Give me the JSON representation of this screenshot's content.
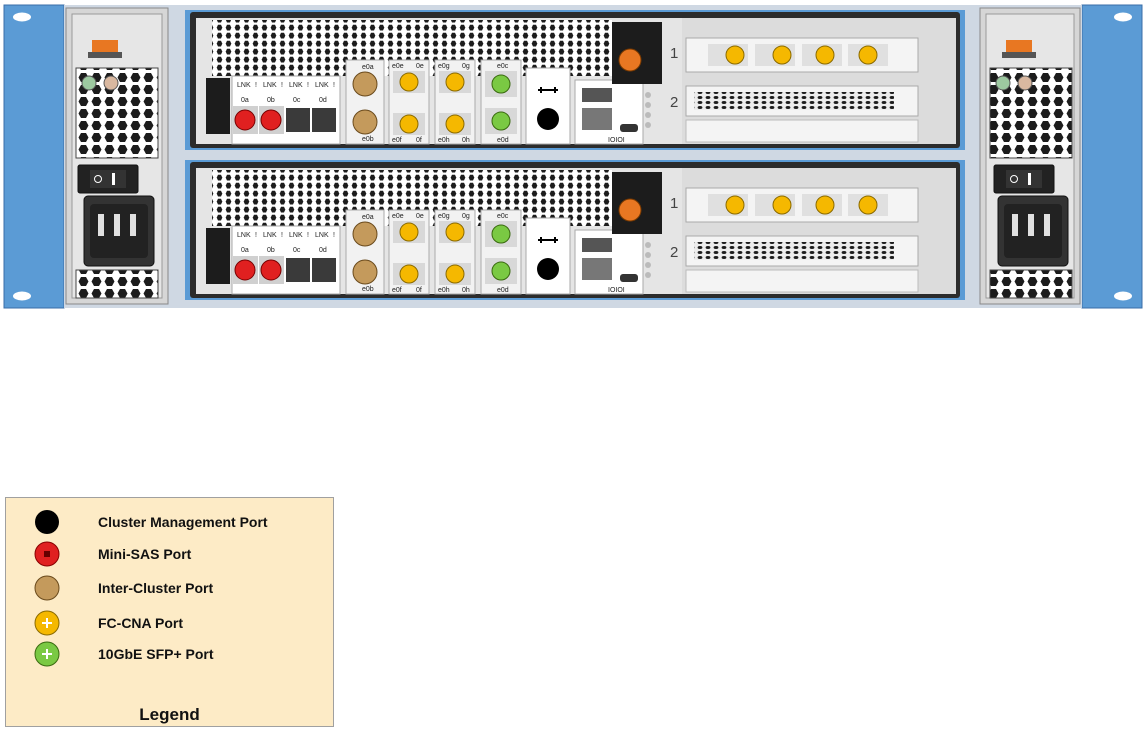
{
  "controllers": [
    {
      "slots": [
        "1",
        "2"
      ],
      "sas_leds": [
        "LNK",
        "!",
        "LNK",
        "!",
        "LNK",
        "!",
        "LNK",
        "!"
      ],
      "sas_ports": [
        "0a",
        "0b",
        "0c",
        "0d"
      ],
      "port_labels": {
        "e0a": "e0a",
        "e0b": "e0b",
        "e0e": "e0e",
        "e0f": "e0f",
        "e0g": "e0g",
        "e0h": "e0h",
        "e0c": "e0c",
        "e0d": "e0d",
        "e0e_b": "0e",
        "e0f_b": "0f",
        "e0g_b": "0g",
        "e0h_b": "0h",
        "serial": "IOIOI"
      }
    },
    {
      "slots": [
        "1",
        "2"
      ],
      "sas_leds": [
        "LNK",
        "!",
        "LNK",
        "!",
        "LNK",
        "!",
        "LNK",
        "!"
      ],
      "sas_ports": [
        "0a",
        "0b",
        "0c",
        "0d"
      ],
      "port_labels": {
        "e0a": "e0a",
        "e0b": "e0b",
        "e0e": "e0e",
        "e0f": "e0f",
        "e0g": "e0g",
        "e0h": "e0h",
        "e0c": "e0c",
        "e0d": "e0d",
        "e0e_b": "0e",
        "e0f_b": "0f",
        "e0g_b": "0g",
        "e0h_b": "0h",
        "serial": "IOIOI"
      }
    }
  ],
  "legend": {
    "title": "Legend",
    "items": [
      {
        "label": "Cluster Management Port",
        "color": "#000000",
        "icon": "black-port-icon"
      },
      {
        "label": "Mini-SAS Port",
        "color": "#e02020",
        "icon": "red-port-icon"
      },
      {
        "label": "Inter-Cluster Port",
        "color": "#c49a5c",
        "icon": "tan-port-icon"
      },
      {
        "label": "FC-CNA Port",
        "color": "#f5b800",
        "icon": "yellow-port-icon"
      },
      {
        "label": "10GbE SFP+ Port",
        "color": "#7ac943",
        "icon": "green-port-icon"
      }
    ]
  },
  "colors": {
    "rack": "#5b9bd5",
    "orange": "#e87722",
    "sas_red": "#e02020",
    "intercluster_tan": "#c49a5c",
    "fc_yellow": "#f5b800",
    "sfp_green": "#7ac943"
  }
}
